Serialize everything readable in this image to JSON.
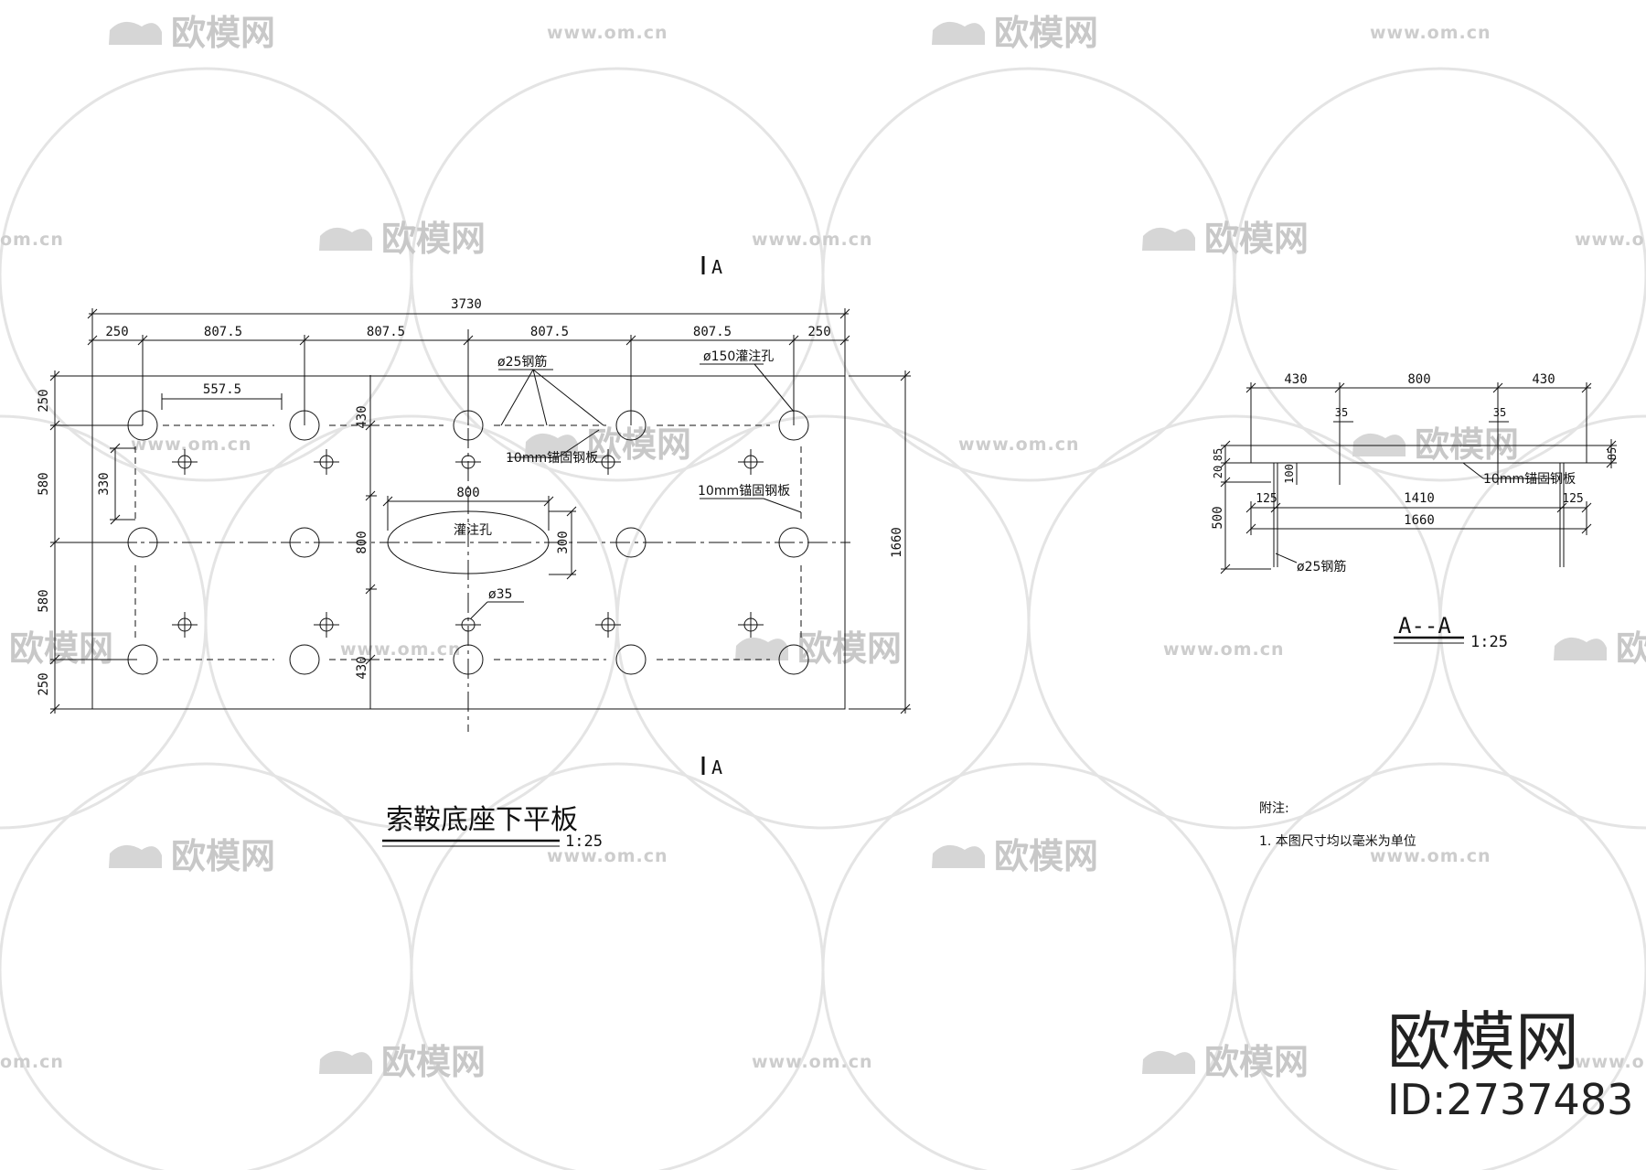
{
  "plan": {
    "title": "索鞍底座下平板",
    "scale": "1:25",
    "section_mark": "A",
    "dims": {
      "overall_width": "3730",
      "edge_left": "250",
      "spacing": "807.5",
      "edge_right": "250",
      "inner_557": "557.5",
      "overall_height": "1660",
      "left_250_top": "250",
      "left_580_top": "580",
      "left_580_bot": "580",
      "left_250_bot": "250",
      "left_330": "330",
      "mid_430_top": "430",
      "mid_800_v": "800",
      "mid_430_bot": "430",
      "slot_800": "800",
      "slot_300": "300"
    },
    "labels": {
      "rebar": "ø25钢筋",
      "grout_hole_150": "ø150灌注孔",
      "anchor_plate_1": "10mm锚固钢板",
      "anchor_plate_2": "10mm锚固钢板",
      "grout_slot": "灌注孔",
      "hole_35": "ø35"
    }
  },
  "section": {
    "title": "A--A",
    "scale": "1:25",
    "dims": {
      "top_430_left": "430",
      "top_800": "800",
      "top_430_right": "430",
      "d35_left": "35",
      "d35_right": "35",
      "left_85": "85",
      "left_20": "20",
      "right_85": "85",
      "d100": "100",
      "d125_left": "125",
      "d1410": "1410",
      "d125_right": "125",
      "d1660": "1660",
      "d500": "500"
    },
    "labels": {
      "anchor_plate": "10mm锚固钢板",
      "rebar": "ø25钢筋"
    }
  },
  "notes": {
    "heading": "附注:",
    "items": [
      "1. 本图尺寸均以毫米为单位"
    ]
  },
  "watermark": {
    "brand": "欧模网",
    "url": "www.om.cn",
    "url_short": "om.cn",
    "id": "ID:2737483"
  }
}
